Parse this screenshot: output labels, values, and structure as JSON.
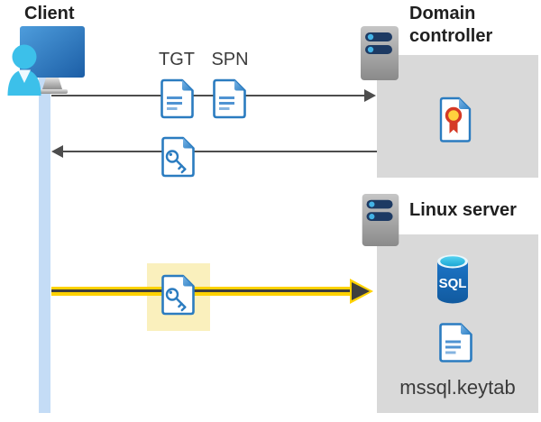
{
  "diagram": {
    "title_labels": {
      "client": "Client",
      "domain_controller": "Domain controller",
      "linux_server": "Linux server"
    },
    "ticket_labels": {
      "tgt": "TGT",
      "spn": "SPN"
    },
    "keytab_label": "mssql.keytab",
    "sql_icon_text": "SQL",
    "icons": [
      "client-user-workstation-icon",
      "server-icon",
      "document-icon",
      "key-document-icon",
      "certificate-document-icon",
      "sql-database-icon"
    ],
    "colors": {
      "doc_outline_blue": "#2b7cc0",
      "doc_line_blue": "#4f93d2",
      "fold_blue": "#4f9bd8",
      "person_cyan": "#3cc0ea",
      "monitor_blue_dark": "#1c5ea6",
      "client_timeline_blue": "#c4dcf6",
      "arrow_gray": "#4d4d4d",
      "yellow_arrow": "#ffd200",
      "yellow_highlight": "#faf0bd",
      "box_gray": "#d9d9d9",
      "server_slot_navy": "#1d3a63",
      "server_led_cyan": "#43b3e6",
      "sql_blue": "#1c74c6",
      "cert_red": "#d53a26",
      "cert_gold": "#ffd23e",
      "label_dark": "#1f1f1f"
    }
  }
}
